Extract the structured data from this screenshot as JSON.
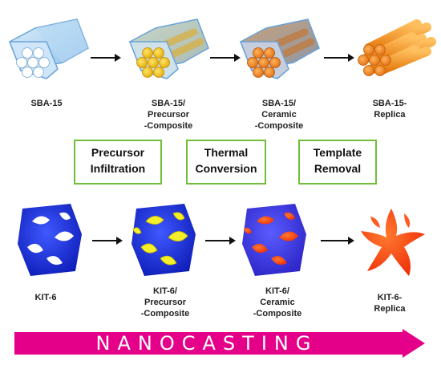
{
  "top_row": [
    {
      "id": "sba15",
      "label": "SBA-15"
    },
    {
      "id": "sba15-precursor",
      "label": "SBA-15/\nPrecursor\n-Composite"
    },
    {
      "id": "sba15-ceramic",
      "label": "SBA-15/\nCeramic\n-Composite"
    },
    {
      "id": "sba15-replica",
      "label": "SBA-15-\nReplica"
    }
  ],
  "steps": [
    {
      "label": "Precursor\nInfiltration"
    },
    {
      "label": "Thermal\nConversion"
    },
    {
      "label": "Template\nRemoval"
    }
  ],
  "bottom_row": [
    {
      "id": "kit6",
      "label": "KIT-6"
    },
    {
      "id": "kit6-precursor",
      "label": "KIT-6/\nPrecursor\n-Composite"
    },
    {
      "id": "kit6-ceramic",
      "label": "KIT-6/\nCeramic\n-Composite"
    },
    {
      "id": "kit6-replica",
      "label": "KIT-6-\nReplica"
    }
  ],
  "banner": {
    "label": "NANOCASTING",
    "color": "#e5008a"
  },
  "colors": {
    "template_blue": "#9cc8ee",
    "precursor_yellow": "#f2c21e",
    "ceramic_orange": "#e07a2a",
    "replica_orange": "#f5a020",
    "kit_blue": "#1b2fd6",
    "kit_red": "#ff3a10",
    "step_border": "#6fbe38"
  }
}
